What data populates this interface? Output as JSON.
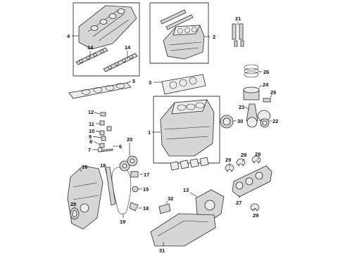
{
  "callouts": {
    "c1": "1",
    "c2": "2",
    "c3": "3",
    "c4": "4",
    "c5": "5",
    "c6": "6",
    "c7": "7",
    "c8": "8",
    "c9": "9",
    "c10": "10",
    "c11": "11",
    "c12": "12",
    "c13": "13",
    "c14a": "14",
    "c14b": "14",
    "c15": "15",
    "c16": "16",
    "c17": "17",
    "c18a": "18",
    "c18b": "18",
    "c19": "19",
    "c20": "20",
    "c21": "21",
    "c22": "22",
    "c23": "23",
    "c24": "24",
    "c25": "25",
    "c26": "26",
    "c27": "27",
    "c28": "28",
    "c29a": "29",
    "c29b": "29",
    "c29c": "29",
    "c29d": "29",
    "c30": "30",
    "c31": "31",
    "c32": "32"
  }
}
